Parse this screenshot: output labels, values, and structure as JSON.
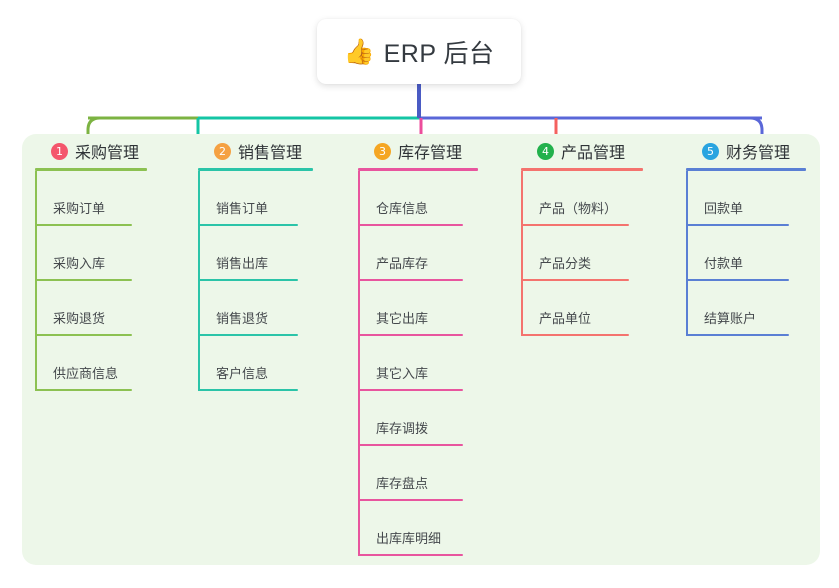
{
  "root": {
    "icon": "thumbs-up-emoji",
    "emoji": "👍",
    "title": "ERP 后台"
  },
  "panel": {
    "background_color": "#edf7e9"
  },
  "connector_colors": {
    "root_stem": "#4a5bc4",
    "bus_left": "#7cb342",
    "bus_mid": "#14c5a4",
    "bus_right": "#5a67d8",
    "drop_col1": "#7cb342",
    "drop_col2": "#14c5a4",
    "drop_col3": "#ec4d9b",
    "drop_col4": "#f4615f",
    "drop_col5": "#5a67d8"
  },
  "columns": [
    {
      "number": "1",
      "badge_color": "#f4566c",
      "line_color": "#8cc152",
      "title": "采购管理",
      "items": [
        {
          "label": "采购订单"
        },
        {
          "label": "采购入库"
        },
        {
          "label": "采购退货"
        },
        {
          "label": "供应商信息"
        }
      ]
    },
    {
      "number": "2",
      "badge_color": "#f5a142",
      "line_color": "#2bc4a8",
      "title": "销售管理",
      "items": [
        {
          "label": "销售订单"
        },
        {
          "label": "销售出库"
        },
        {
          "label": "销售退货"
        },
        {
          "label": "客户信息"
        }
      ]
    },
    {
      "number": "3",
      "badge_color": "#f5a623",
      "line_color": "#e8559e",
      "title": "库存管理",
      "items": [
        {
          "label": "仓库信息"
        },
        {
          "label": "产品库存"
        },
        {
          "label": "其它出库"
        },
        {
          "label": "其它入库"
        },
        {
          "label": "库存调拨"
        },
        {
          "label": "库存盘点"
        },
        {
          "label": "出库库明细"
        }
      ]
    },
    {
      "number": "4",
      "badge_color": "#22b14c",
      "line_color": "#f4736e",
      "title": "产品管理",
      "items": [
        {
          "label": "产品（物料）"
        },
        {
          "label": "产品分类"
        },
        {
          "label": "产品单位"
        }
      ]
    },
    {
      "number": "5",
      "badge_color": "#29a4e0",
      "line_color": "#5a7fd4",
      "title": "财务管理",
      "items": [
        {
          "label": "回款单"
        },
        {
          "label": "付款单"
        },
        {
          "label": "结算账户"
        }
      ]
    }
  ]
}
